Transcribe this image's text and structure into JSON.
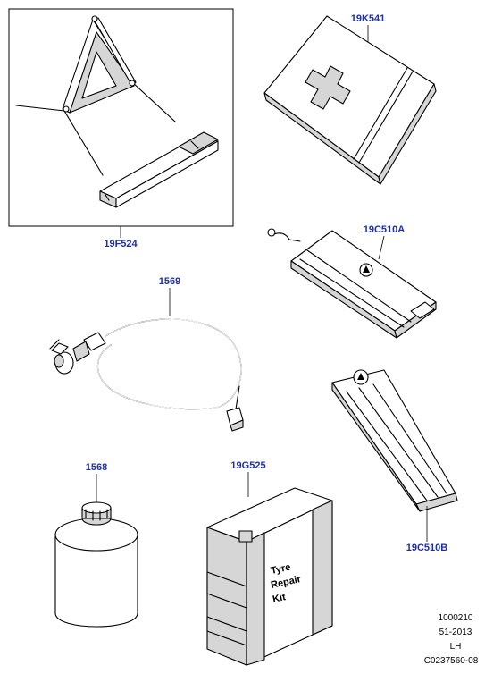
{
  "callouts": {
    "warning_triangle": "19F524",
    "first_aid_kit": "19K541",
    "tool_pouch": "19C510A",
    "inflator_hose": "1569",
    "sealant_bottle": "1568",
    "tyre_repair_kit": "19G525",
    "jack_tray": "19C510B"
  },
  "kit_label": [
    "Tyre",
    "Repair",
    "Kit"
  ],
  "footer": [
    "1000210",
    "51-2013",
    "LH",
    "C0237560-08"
  ]
}
